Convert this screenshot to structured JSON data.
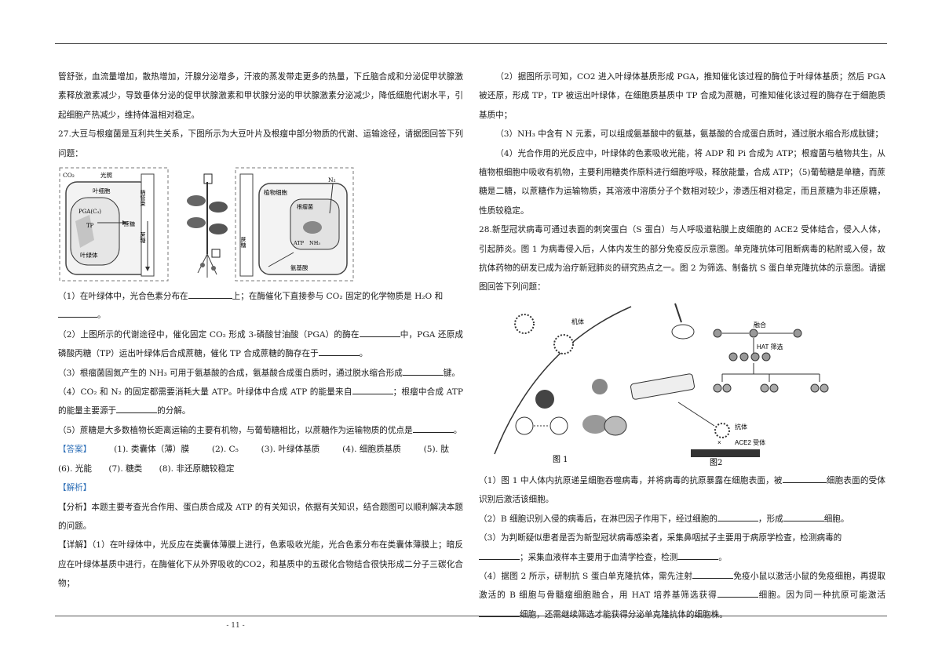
{
  "page_number": "- 11 -",
  "left": {
    "p_cont": "管舒张，血流量增加，散热增加，汗腺分泌增多，汗液的蒸发带走更多的热量，下丘脑合成和分泌促甲状腺激素释放激素减少，导致垂体分泌的促甲状腺激素和甲状腺分泌的甲状腺激素分泌减少，降低细胞代谢水平，引起细胞产热减少，维持体温相对稳定。",
    "q27": "27.大豆与根瘤菌是互利共生关系，下图所示为大豆叶片及根瘤中部分物质的代谢、运输途径，请据图回答下列问题：",
    "fig1_labels": {
      "co2": "CO₂",
      "light": "光照",
      "leaf_cell": "叶细胞",
      "pga": "PGA(C₃)",
      "tp": "TP",
      "sucrose_small": "蔗糖",
      "chloroplast": "叶绿体",
      "sieve_tube": "筛管束",
      "sucrose_tube": "蔗糖",
      "plant_cell": "植物细胞",
      "nodule": "根瘤菌",
      "n2": "N₂",
      "nh3": "NH₃",
      "atp": "ATP",
      "aa": "氨基酸",
      "sucrose_right": "蔗糖"
    },
    "q1_a": "（1）在叶绿体中，光合色素分布在",
    "q1_b": "上；在酶催化下直接参与 CO₂ 固定的化学物质是 H₂O 和",
    "q1_c": "。",
    "q2_a": "（2）上图所示的代谢途径中，催化固定 CO₂ 形成 3-磷酸甘油酸（PGA）的酶在",
    "q2_b": "中，PGA 还原成磷酸丙糖（TP）运出叶绿体后合成蔗糖，催化 TP 合成蔗糖的酶存在于",
    "q2_c": "。",
    "q3_a": "（3）根瘤菌固氮产生的 NH₃ 可用于氨基酸的合成，氨基酸合成蛋白质时，通过脱水缩合形成",
    "q3_b": "键。",
    "q4_a": "（4）CO₂ 和 N₂ 的固定都需要消耗大量 ATP。叶绿体中合成 ATP 的能量来自",
    "q4_b": "；根瘤中合成 ATP 的能量主要源于",
    "q4_c": "的分解。",
    "q5_a": "（5）蔗糖是大多数植物长距离运输的主要有机物，与葡萄糖相比，以蔗糖作为运输物质的优点是",
    "q5_b": "。",
    "answer_tag": "【答案】",
    "answers": [
      "(1). 类囊体（薄）膜",
      "(2). C₅",
      "(3). 叶绿体基质",
      "(4). 细胞质基质",
      "(5). 肽",
      "(6). 光能",
      "(7). 糖类",
      "(8). 非还原糖较稳定"
    ],
    "analysis_tag": "【解析】",
    "fenxi": "【分析】本题主要考查光合作用、蛋白质合成及 ATP 的有关知识，依据有关知识，结合题图可以顺利解决本题的问题。",
    "xiangjie": "【详解】（1）在叶绿体中，光反应在类囊体薄膜上进行，色素吸收光能，光合色素分布在类囊体薄膜上；暗反应在叶绿体基质中进行，在酶催化下从外界吸收的CO2，和基质中的五碳化合物结合很快形成二分子三碳化合物；"
  },
  "right": {
    "r2": "（2）据图所示可知，CO2 进入叶绿体基质形成 PGA，推知催化该过程的酶位于叶绿体基质；然后 PGA 被还原，形成 TP，TP 被运出叶绿体，在细胞质基质中 TP 合成为蔗糖，可推知催化该过程的酶存在于细胞质基质中；",
    "r3": "（3）NH₃ 中含有 N 元素，可以组成氨基酸中的氨基，氨基酸的合成蛋白质时，通过脱水缩合形成肽键；",
    "r4": "（4）光合作用的光反应中，叶绿体的色素吸收光能，将 ADP 和 Pi 合成为 ATP；根瘤菌与植物共生，从植物根细胞中吸收有机物，主要利用糖类作原料进行细胞呼吸，释放能量，合成 ATP；（5)葡萄糖是单糖，而蔗糖是二糖，以蔗糖作为运输物质，其溶液中溶质分子个数相对较少，渗透压相对稳定，而且蔗糖为非还原糖，性质较稳定。",
    "q28": "28.新型冠状病毒可通过表面的刺突蛋白（S 蛋白）与人呼吸道粘膜上皮细胞的 ACE2 受体结合，侵入人体，引起肺炎。图 1 为病毒侵入后，人体内发生的部分免疫反应示意图。单克隆抗体可阻断病毒的粘附或入侵，故抗体药物的研发已成为治疗新冠肺炎的研究热点之一。图 2 为筛选、制备抗 S 蛋白单克隆抗体的示意图。请据图回答下列问题：",
    "fig2_labels": {
      "body": "机体",
      "fusion": "融合",
      "hat": "HAT 筛选",
      "antibody": "抗体",
      "ace2": "ACE2 受体",
      "fig1": "图 1",
      "fig2": "图2"
    },
    "s1_a": "（1）图 1 中人体内抗原递呈细胞吞噬病毒，并将病毒的抗原暴露在细胞表面，被",
    "s1_b": "细胞表面的受体识别后激活该细胞。",
    "s2_a": "（2）B 细胞识别入侵的病毒后，在淋巴因子作用下，经过细胞的",
    "s2_b": "，形成",
    "s2_c": "细胞。",
    "s3_a": "（3）为判断疑似患者是否为新型冠状病毒感染者，采集鼻咽拭子主要用于病原学检查，检测病毒的",
    "s3_b": "；采集血液样本主要用于血清学检查，检测",
    "s3_c": "。",
    "s4_a": "（4）据图 2 所示，研制抗 S 蛋白单克隆抗体，需先注射",
    "s4_b": "免疫小鼠以激活小鼠的免疫细胞，再提取激活的 B 细胞与骨髓瘤细胞融合，用 HAT 培养基筛选获得",
    "s4_c": "细胞。因为同一种抗原可能激活",
    "s4_d": "细胞，还需继续筛选才能获得分泌单克隆抗体的细胞株。"
  }
}
